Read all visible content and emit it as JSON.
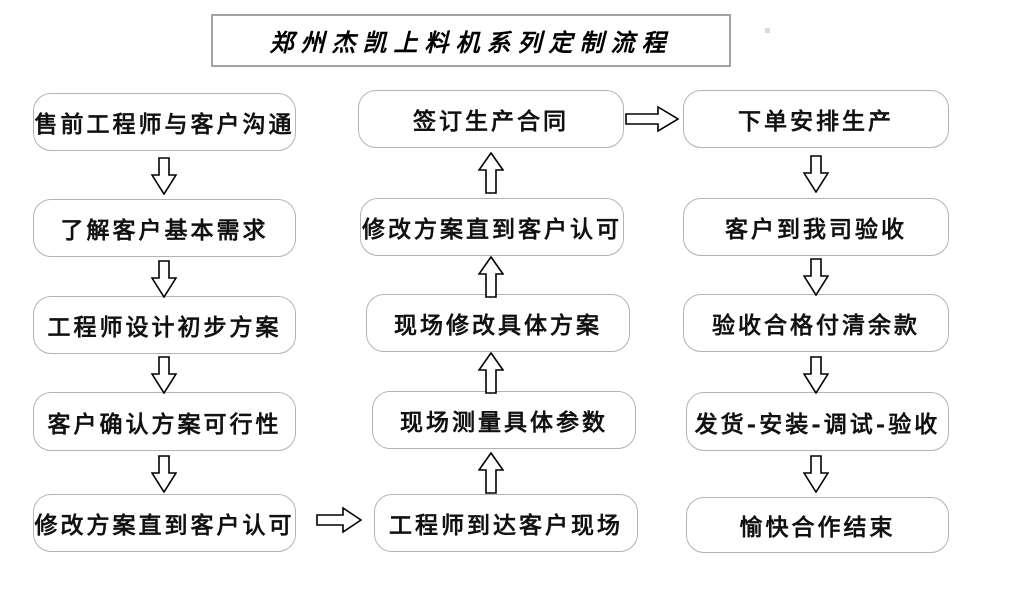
{
  "title": "郑州杰凯上料机系列定制流程",
  "columns": {
    "left": [
      "售前工程师与客户沟通",
      "了解客户基本需求",
      "工程师设计初步方案",
      "客户确认方案可行性",
      "修改方案直到客户认可"
    ],
    "middle": [
      "签订生产合同",
      "修改方案直到客户认可",
      "现场修改具体方案",
      "现场测量具体参数",
      "工程师到达客户现场"
    ],
    "right": [
      "下单安排生产",
      "客户到我司验收",
      "验收合格付清余款",
      "发货-安装-调试-验收",
      "愉快合作结束"
    ]
  },
  "flow_order": [
    "售前工程师与客户沟通",
    "了解客户基本需求",
    "工程师设计初步方案",
    "客户确认方案可行性",
    "修改方案直到客户认可",
    "工程师到达客户现场",
    "现场测量具体参数",
    "现场修改具体方案",
    "修改方案直到客户认可",
    "签订生产合同",
    "下单安排生产",
    "客户到我司验收",
    "验收合格付清余款",
    "发货-安装-调试-验收",
    "愉快合作结束"
  ],
  "arrows": {
    "left_column_direction": "down",
    "middle_column_direction": "up",
    "right_column_direction": "down",
    "cross_links": [
      {
        "from": "修改方案直到客户认可 (left bottom)",
        "to": "工程师到达客户现场 (middle bottom)",
        "direction": "right"
      },
      {
        "from": "签订生产合同 (middle top)",
        "to": "下单安排生产 (right top)",
        "direction": "right"
      }
    ],
    "style": "hollow-outline-block-arrow"
  },
  "colors": {
    "background": "#ffffff",
    "box_border": "#b3b3b3",
    "title_border": "#a3a3a3",
    "arrow_outline": "#000000",
    "text": "#111111"
  }
}
